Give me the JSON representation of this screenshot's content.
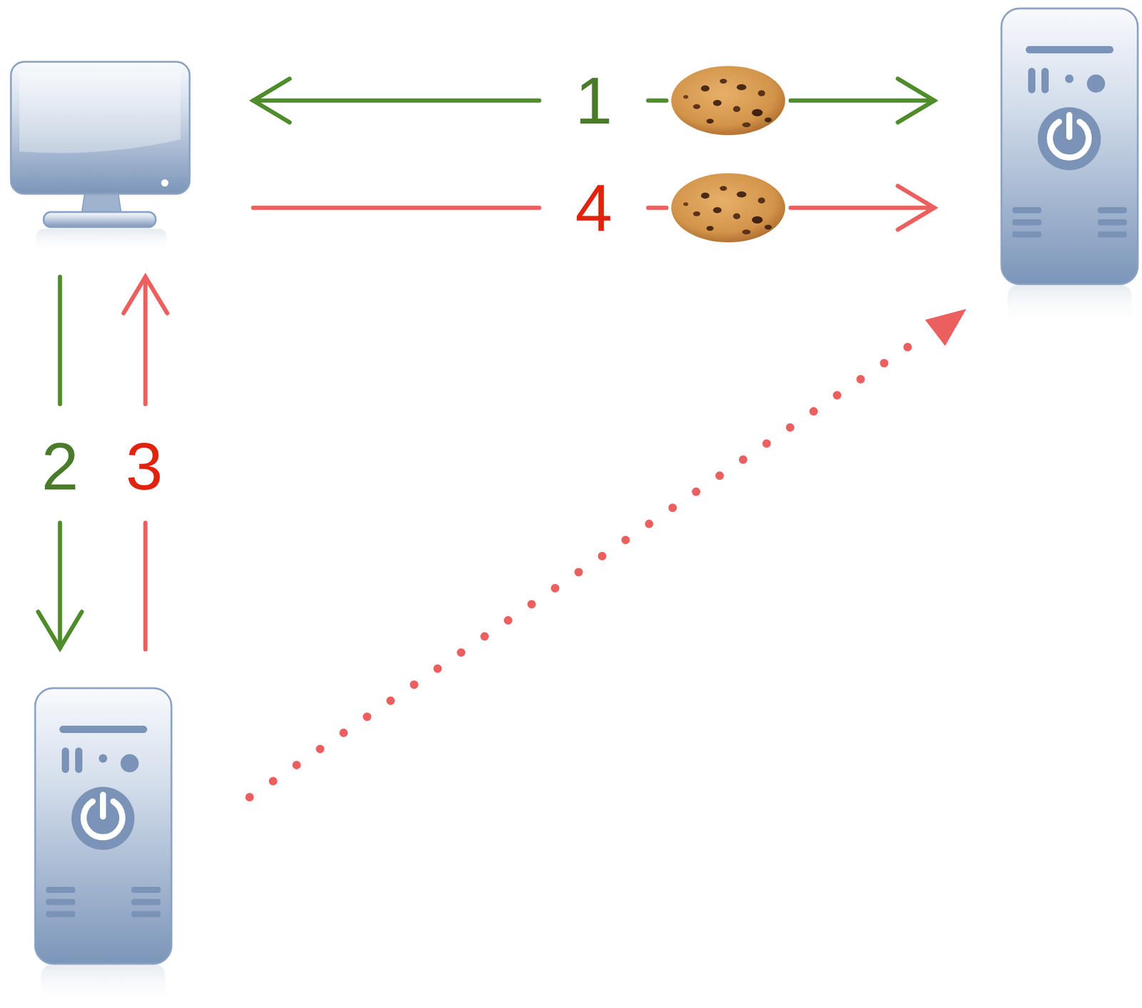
{
  "diagram": {
    "labels": [
      "1",
      "4",
      "2",
      "3"
    ]
  }
}
